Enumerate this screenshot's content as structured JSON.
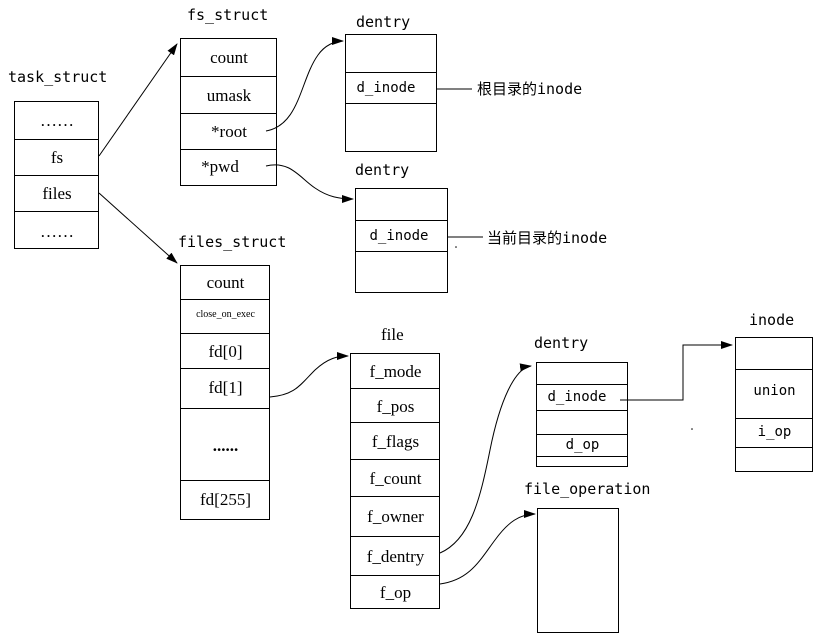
{
  "task_struct": {
    "title": "task_struct",
    "fields": [
      "……",
      "fs",
      "files",
      "……"
    ]
  },
  "fs_struct": {
    "title": "fs_struct",
    "fields": [
      "count",
      "umask",
      "*root",
      "*pwd"
    ]
  },
  "dentry_root": {
    "title": "dentry",
    "field": "d_inode",
    "note": "根目录的inode"
  },
  "dentry_pwd": {
    "title": "dentry",
    "field": "d_inode",
    "note": "当前目录的inode"
  },
  "files_struct": {
    "title": "files_struct",
    "fields": [
      "count",
      "close_on_exec",
      "fd[0]",
      "fd[1]",
      "......",
      "fd[255]"
    ]
  },
  "file": {
    "title": "file",
    "fields": [
      "f_mode",
      "f_pos",
      "f_flags",
      "f_count",
      "f_owner",
      "f_dentry",
      "f_op"
    ]
  },
  "dentry_file": {
    "title": "dentry",
    "fields": [
      "d_inode",
      "d_op"
    ]
  },
  "inode": {
    "title": "inode",
    "fields": [
      "union",
      "i_op"
    ]
  },
  "file_operation": {
    "title": "file_operation"
  }
}
